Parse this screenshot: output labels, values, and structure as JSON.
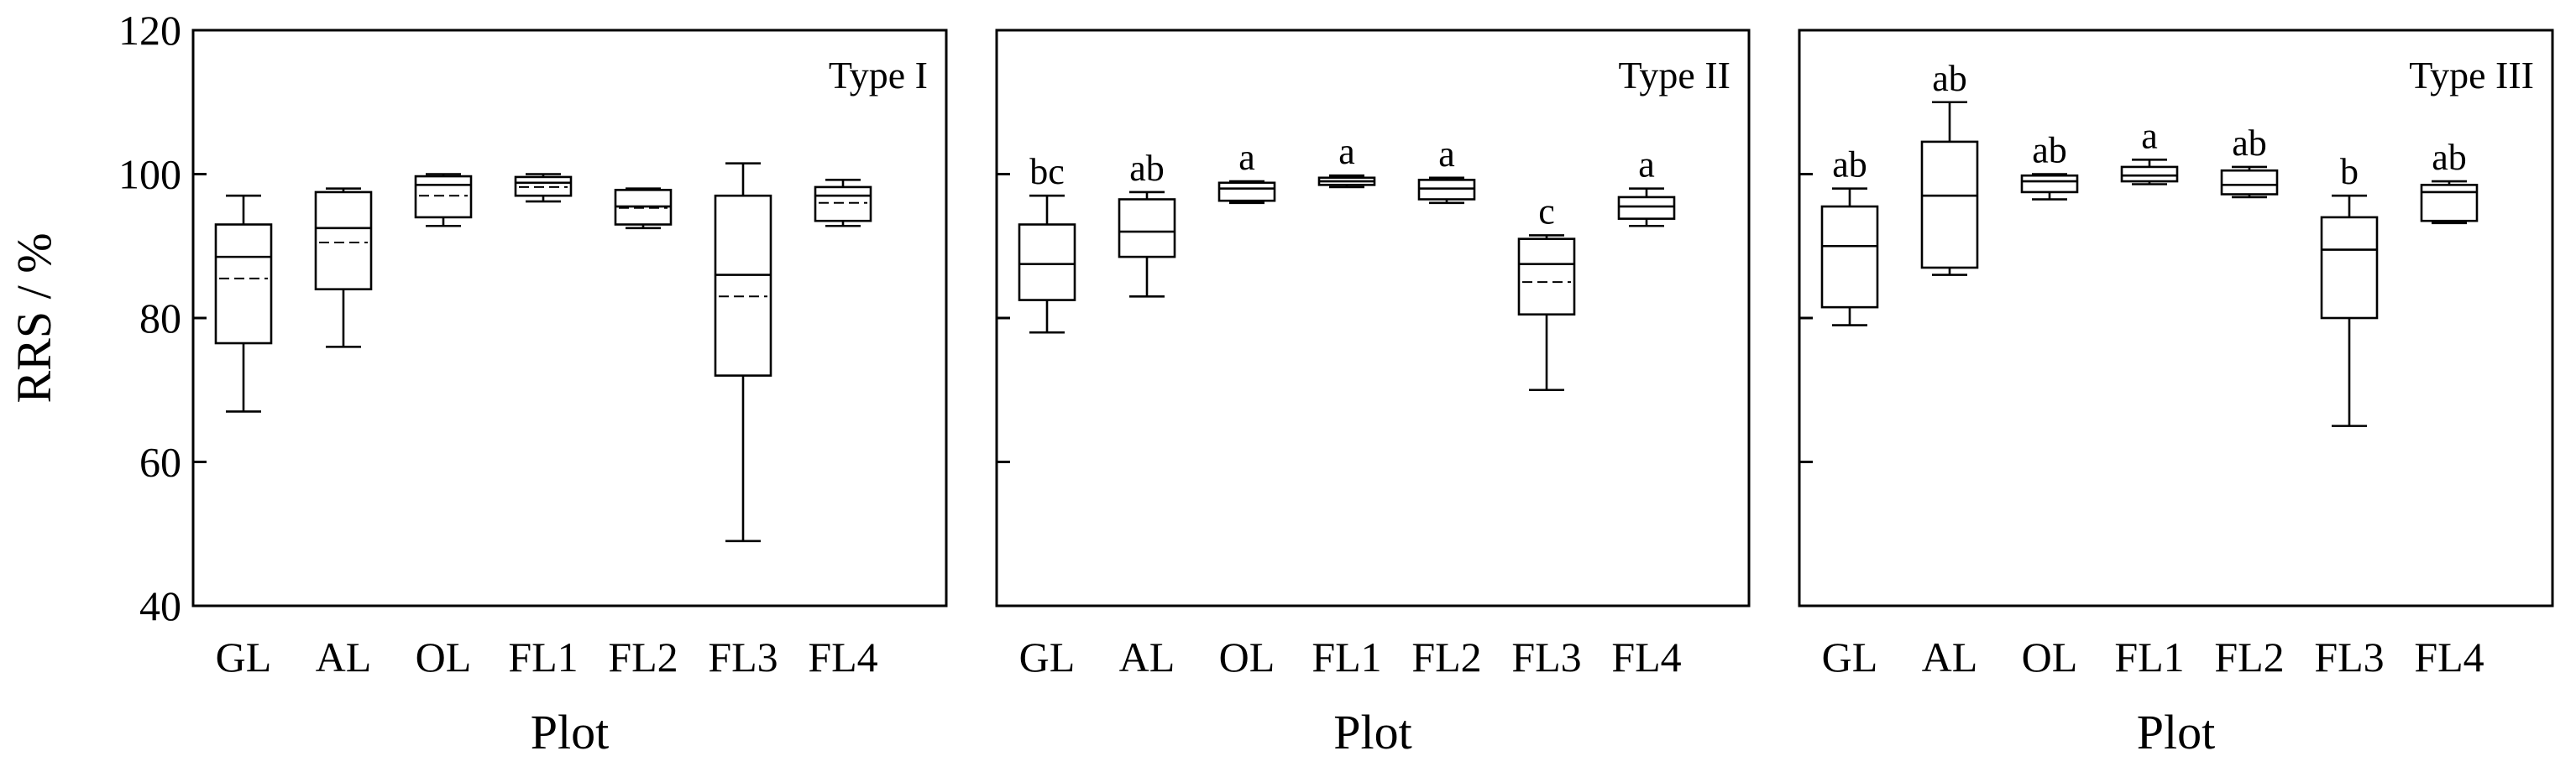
{
  "chart_data": [
    {
      "type": "box",
      "label": "Type I",
      "categories": [
        "GL",
        "AL",
        "OL",
        "FL1",
        "FL2",
        "FL3",
        "FL4"
      ],
      "xlabel": "Plot",
      "ylabel": "RRS / %",
      "ylim": [
        40,
        120
      ],
      "yticks": [
        40,
        60,
        80,
        100,
        120
      ],
      "ytick_labels": [
        "40",
        "60",
        "80",
        "100",
        "120"
      ],
      "boxes": [
        {
          "min": 67,
          "q1": 76.5,
          "median": 88.5,
          "mean": 85.5,
          "q3": 93,
          "max": 97
        },
        {
          "min": 76,
          "q1": 84,
          "median": 92.5,
          "mean": 90.5,
          "q3": 97.5,
          "max": 98
        },
        {
          "min": 92.8,
          "q1": 94,
          "median": 98.5,
          "mean": 97,
          "q3": 99.7,
          "max": 100
        },
        {
          "min": 96.2,
          "q1": 97,
          "median": 98.8,
          "mean": 98.2,
          "q3": 99.6,
          "max": 100
        },
        {
          "min": 92.5,
          "q1": 93,
          "median": 95.5,
          "mean": 95.3,
          "q3": 97.8,
          "max": 98
        },
        {
          "min": 49,
          "q1": 72,
          "median": 86,
          "mean": 83,
          "q3": 97,
          "max": 101.5
        },
        {
          "min": 92.8,
          "q1": 93.5,
          "median": 97,
          "mean": 96,
          "q3": 98.2,
          "max": 99.2
        }
      ],
      "significance": []
    },
    {
      "type": "box",
      "label": "Type II",
      "categories": [
        "GL",
        "AL",
        "OL",
        "FL1",
        "FL2",
        "FL3",
        "FL4"
      ],
      "xlabel": "Plot",
      "ylabel": "",
      "ylim": [
        40,
        120
      ],
      "yticks": [
        40,
        60,
        80,
        100,
        120
      ],
      "ytick_labels": [],
      "boxes": [
        {
          "min": 78,
          "q1": 82.5,
          "median": 87.5,
          "q3": 93,
          "max": 97
        },
        {
          "min": 83,
          "q1": 88.5,
          "median": 92,
          "q3": 96.5,
          "max": 97.5
        },
        {
          "min": 96,
          "q1": 96.3,
          "median": 98,
          "q3": 98.8,
          "max": 99
        },
        {
          "min": 98.2,
          "q1": 98.5,
          "median": 99,
          "q3": 99.5,
          "max": 99.8
        },
        {
          "min": 96,
          "q1": 96.5,
          "median": 98,
          "q3": 99.2,
          "max": 99.5
        },
        {
          "min": 70,
          "q1": 80.5,
          "median": 87.5,
          "mean": 85,
          "q3": 91,
          "max": 91.5
        },
        {
          "min": 92.8,
          "q1": 93.8,
          "median": 95.5,
          "q3": 96.8,
          "max": 98
        }
      ],
      "significance": [
        "bc",
        "ab",
        "a",
        "a",
        "a",
        "c",
        "a"
      ]
    },
    {
      "type": "box",
      "label": "Type III",
      "categories": [
        "GL",
        "AL",
        "OL",
        "FL1",
        "FL2",
        "FL3",
        "FL4"
      ],
      "xlabel": "Plot",
      "ylabel": "",
      "ylim": [
        40,
        120
      ],
      "yticks": [
        40,
        60,
        80,
        100,
        120
      ],
      "ytick_labels": [],
      "boxes": [
        {
          "min": 79,
          "q1": 81.5,
          "median": 90,
          "q3": 95.5,
          "max": 98
        },
        {
          "min": 86,
          "q1": 87,
          "median": 97,
          "q3": 104.5,
          "max": 110
        },
        {
          "min": 96.5,
          "q1": 97.5,
          "median": 99,
          "q3": 99.8,
          "max": 100
        },
        {
          "min": 98.6,
          "q1": 99,
          "median": 99.8,
          "q3": 101,
          "max": 102
        },
        {
          "min": 96.8,
          "q1": 97.2,
          "median": 98.5,
          "q3": 100.5,
          "max": 101
        },
        {
          "min": 65,
          "q1": 80,
          "median": 89.5,
          "q3": 94,
          "max": 97
        },
        {
          "min": 93.2,
          "q1": 93.5,
          "median": 97.5,
          "q3": 98.5,
          "max": 99
        }
      ],
      "significance": [
        "ab",
        "ab",
        "ab",
        "a",
        "ab",
        "b",
        "ab"
      ]
    }
  ]
}
